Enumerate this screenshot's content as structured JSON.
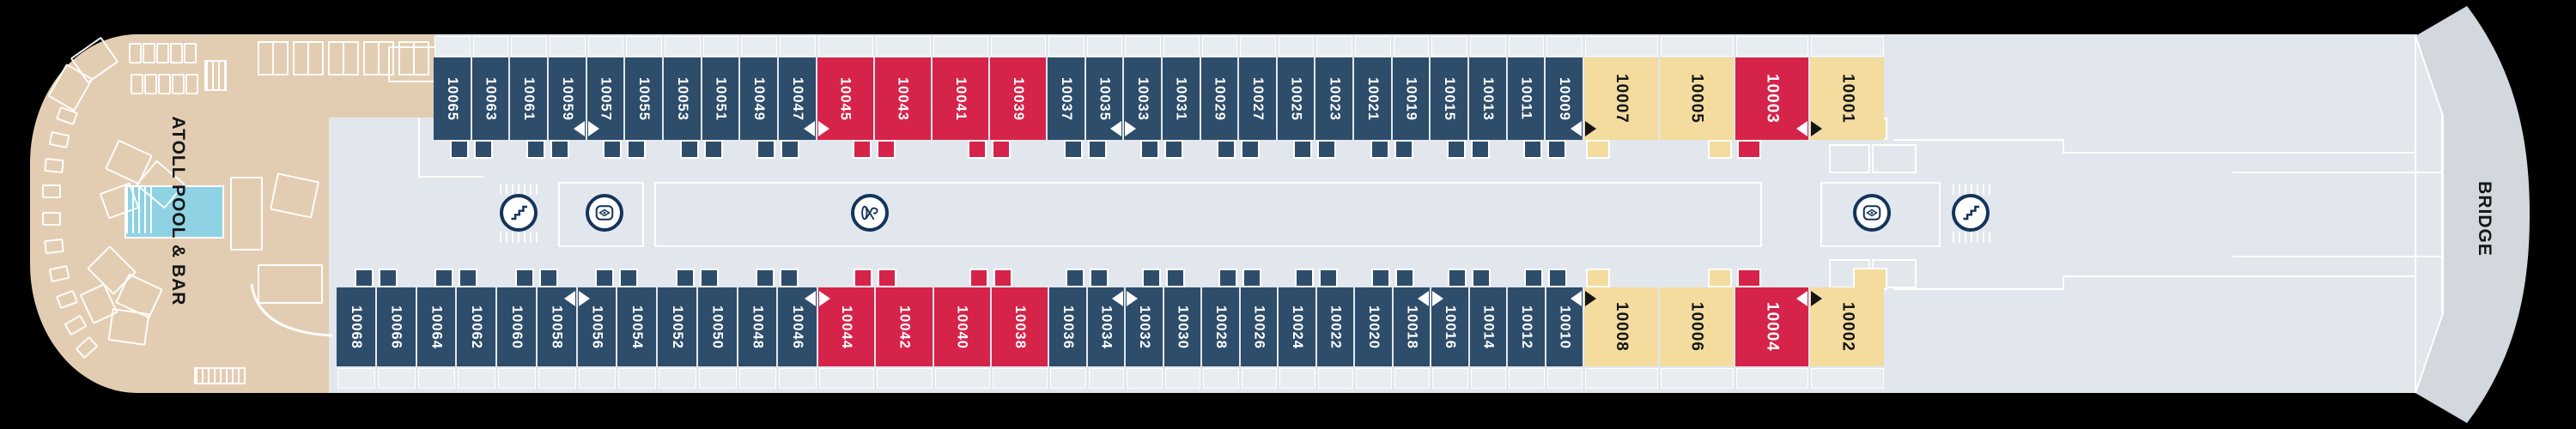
{
  "ship": {
    "deck_area_label": "ATOLL POOL & BAR",
    "bridge_label": "BRIDGE"
  },
  "colors": {
    "background": "#000000",
    "hull_gray": "#e2e7ed",
    "bow_gray": "#d2d8dd",
    "deck_tan": "#e3cdb2",
    "pool_blue": "#8ed2e3",
    "cabin_navy": "#2e4d6b",
    "cabin_red": "#d62349",
    "cabin_yellow": "#f3dc9e",
    "icon_navy": "#14345a",
    "outline_white": "#ffffff"
  },
  "icons": [
    {
      "name": "stairs-icon"
    },
    {
      "name": "elevator-icon"
    },
    {
      "name": "laundrette-icon"
    },
    {
      "name": "elevator-icon"
    },
    {
      "name": "stairs-icon"
    }
  ],
  "cabins": {
    "top": [
      {
        "number": "10065",
        "type": "navy"
      },
      {
        "number": "10063",
        "type": "navy"
      },
      {
        "number": "10061",
        "type": "navy"
      },
      {
        "number": "10059",
        "type": "navy",
        "arrow": "right"
      },
      {
        "number": "10057",
        "type": "navy",
        "arrow": "left"
      },
      {
        "number": "10055",
        "type": "navy"
      },
      {
        "number": "10053",
        "type": "navy"
      },
      {
        "number": "10051",
        "type": "navy"
      },
      {
        "number": "10049",
        "type": "navy"
      },
      {
        "number": "10047",
        "type": "navy",
        "arrow": "right"
      },
      {
        "number": "10045",
        "type": "red",
        "arrow": "left"
      },
      {
        "number": "10043",
        "type": "red"
      },
      {
        "number": "10041",
        "type": "red"
      },
      {
        "number": "10039",
        "type": "red"
      },
      {
        "number": "10037",
        "type": "navy"
      },
      {
        "number": "10035",
        "type": "navy",
        "arrow": "right"
      },
      {
        "number": "10033",
        "type": "navy",
        "arrow": "left"
      },
      {
        "number": "10031",
        "type": "navy"
      },
      {
        "number": "10029",
        "type": "navy"
      },
      {
        "number": "10027",
        "type": "navy"
      },
      {
        "number": "10025",
        "type": "navy"
      },
      {
        "number": "10023",
        "type": "navy"
      },
      {
        "number": "10021",
        "type": "navy"
      },
      {
        "number": "10019",
        "type": "navy"
      },
      {
        "number": "10015",
        "type": "navy"
      },
      {
        "number": "10013",
        "type": "navy"
      },
      {
        "number": "10011",
        "type": "navy"
      },
      {
        "number": "10009",
        "type": "navy",
        "arrow": "right"
      },
      {
        "number": "10007",
        "type": "yellow",
        "arrow": "left"
      },
      {
        "number": "10005",
        "type": "yellow"
      },
      {
        "number": "10003",
        "type": "red",
        "arrow": "right"
      },
      {
        "number": "10001",
        "type": "yellow",
        "arrow": "left"
      }
    ],
    "bottom": [
      {
        "number": "10068",
        "type": "navy"
      },
      {
        "number": "10066",
        "type": "navy"
      },
      {
        "number": "10064",
        "type": "navy"
      },
      {
        "number": "10062",
        "type": "navy"
      },
      {
        "number": "10060",
        "type": "navy"
      },
      {
        "number": "10058",
        "type": "navy",
        "arrow": "right"
      },
      {
        "number": "10056",
        "type": "navy",
        "arrow": "left"
      },
      {
        "number": "10054",
        "type": "navy"
      },
      {
        "number": "10052",
        "type": "navy"
      },
      {
        "number": "10050",
        "type": "navy"
      },
      {
        "number": "10048",
        "type": "navy"
      },
      {
        "number": "10046",
        "type": "navy",
        "arrow": "right"
      },
      {
        "number": "10044",
        "type": "red",
        "arrow": "left"
      },
      {
        "number": "10042",
        "type": "red"
      },
      {
        "number": "10040",
        "type": "red"
      },
      {
        "number": "10038",
        "type": "red"
      },
      {
        "number": "10036",
        "type": "navy"
      },
      {
        "number": "10034",
        "type": "navy",
        "arrow": "right"
      },
      {
        "number": "10032",
        "type": "navy",
        "arrow": "left"
      },
      {
        "number": "10030",
        "type": "navy"
      },
      {
        "number": "10028",
        "type": "navy"
      },
      {
        "number": "10026",
        "type": "navy"
      },
      {
        "number": "10024",
        "type": "navy"
      },
      {
        "number": "10022",
        "type": "navy"
      },
      {
        "number": "10020",
        "type": "navy"
      },
      {
        "number": "10018",
        "type": "navy",
        "arrow": "right"
      },
      {
        "number": "10016",
        "type": "navy",
        "arrow": "left"
      },
      {
        "number": "10014",
        "type": "navy"
      },
      {
        "number": "10012",
        "type": "navy"
      },
      {
        "number": "10010",
        "type": "navy",
        "arrow": "right"
      },
      {
        "number": "10008",
        "type": "yellow",
        "arrow": "left"
      },
      {
        "number": "10006",
        "type": "yellow"
      },
      {
        "number": "10004",
        "type": "red",
        "arrow": "right"
      },
      {
        "number": "10002",
        "type": "yellow",
        "arrow": "left"
      }
    ]
  }
}
